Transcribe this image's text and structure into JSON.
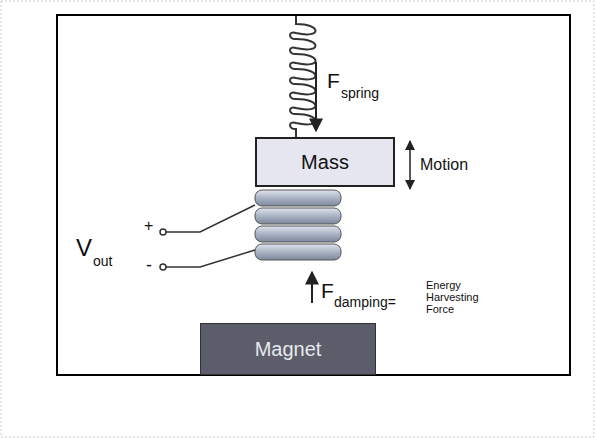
{
  "diagram": {
    "nodes": [
      {
        "text": [
          "Mass"
        ]
      },
      {
        "text": [
          "Magnet"
        ]
      }
    ],
    "labels": [
      "F",
      "spring",
      "Motion",
      "V",
      "out",
      "+",
      "-",
      "F",
      "damping=",
      "Energy Harvesting Force"
    ]
  }
}
